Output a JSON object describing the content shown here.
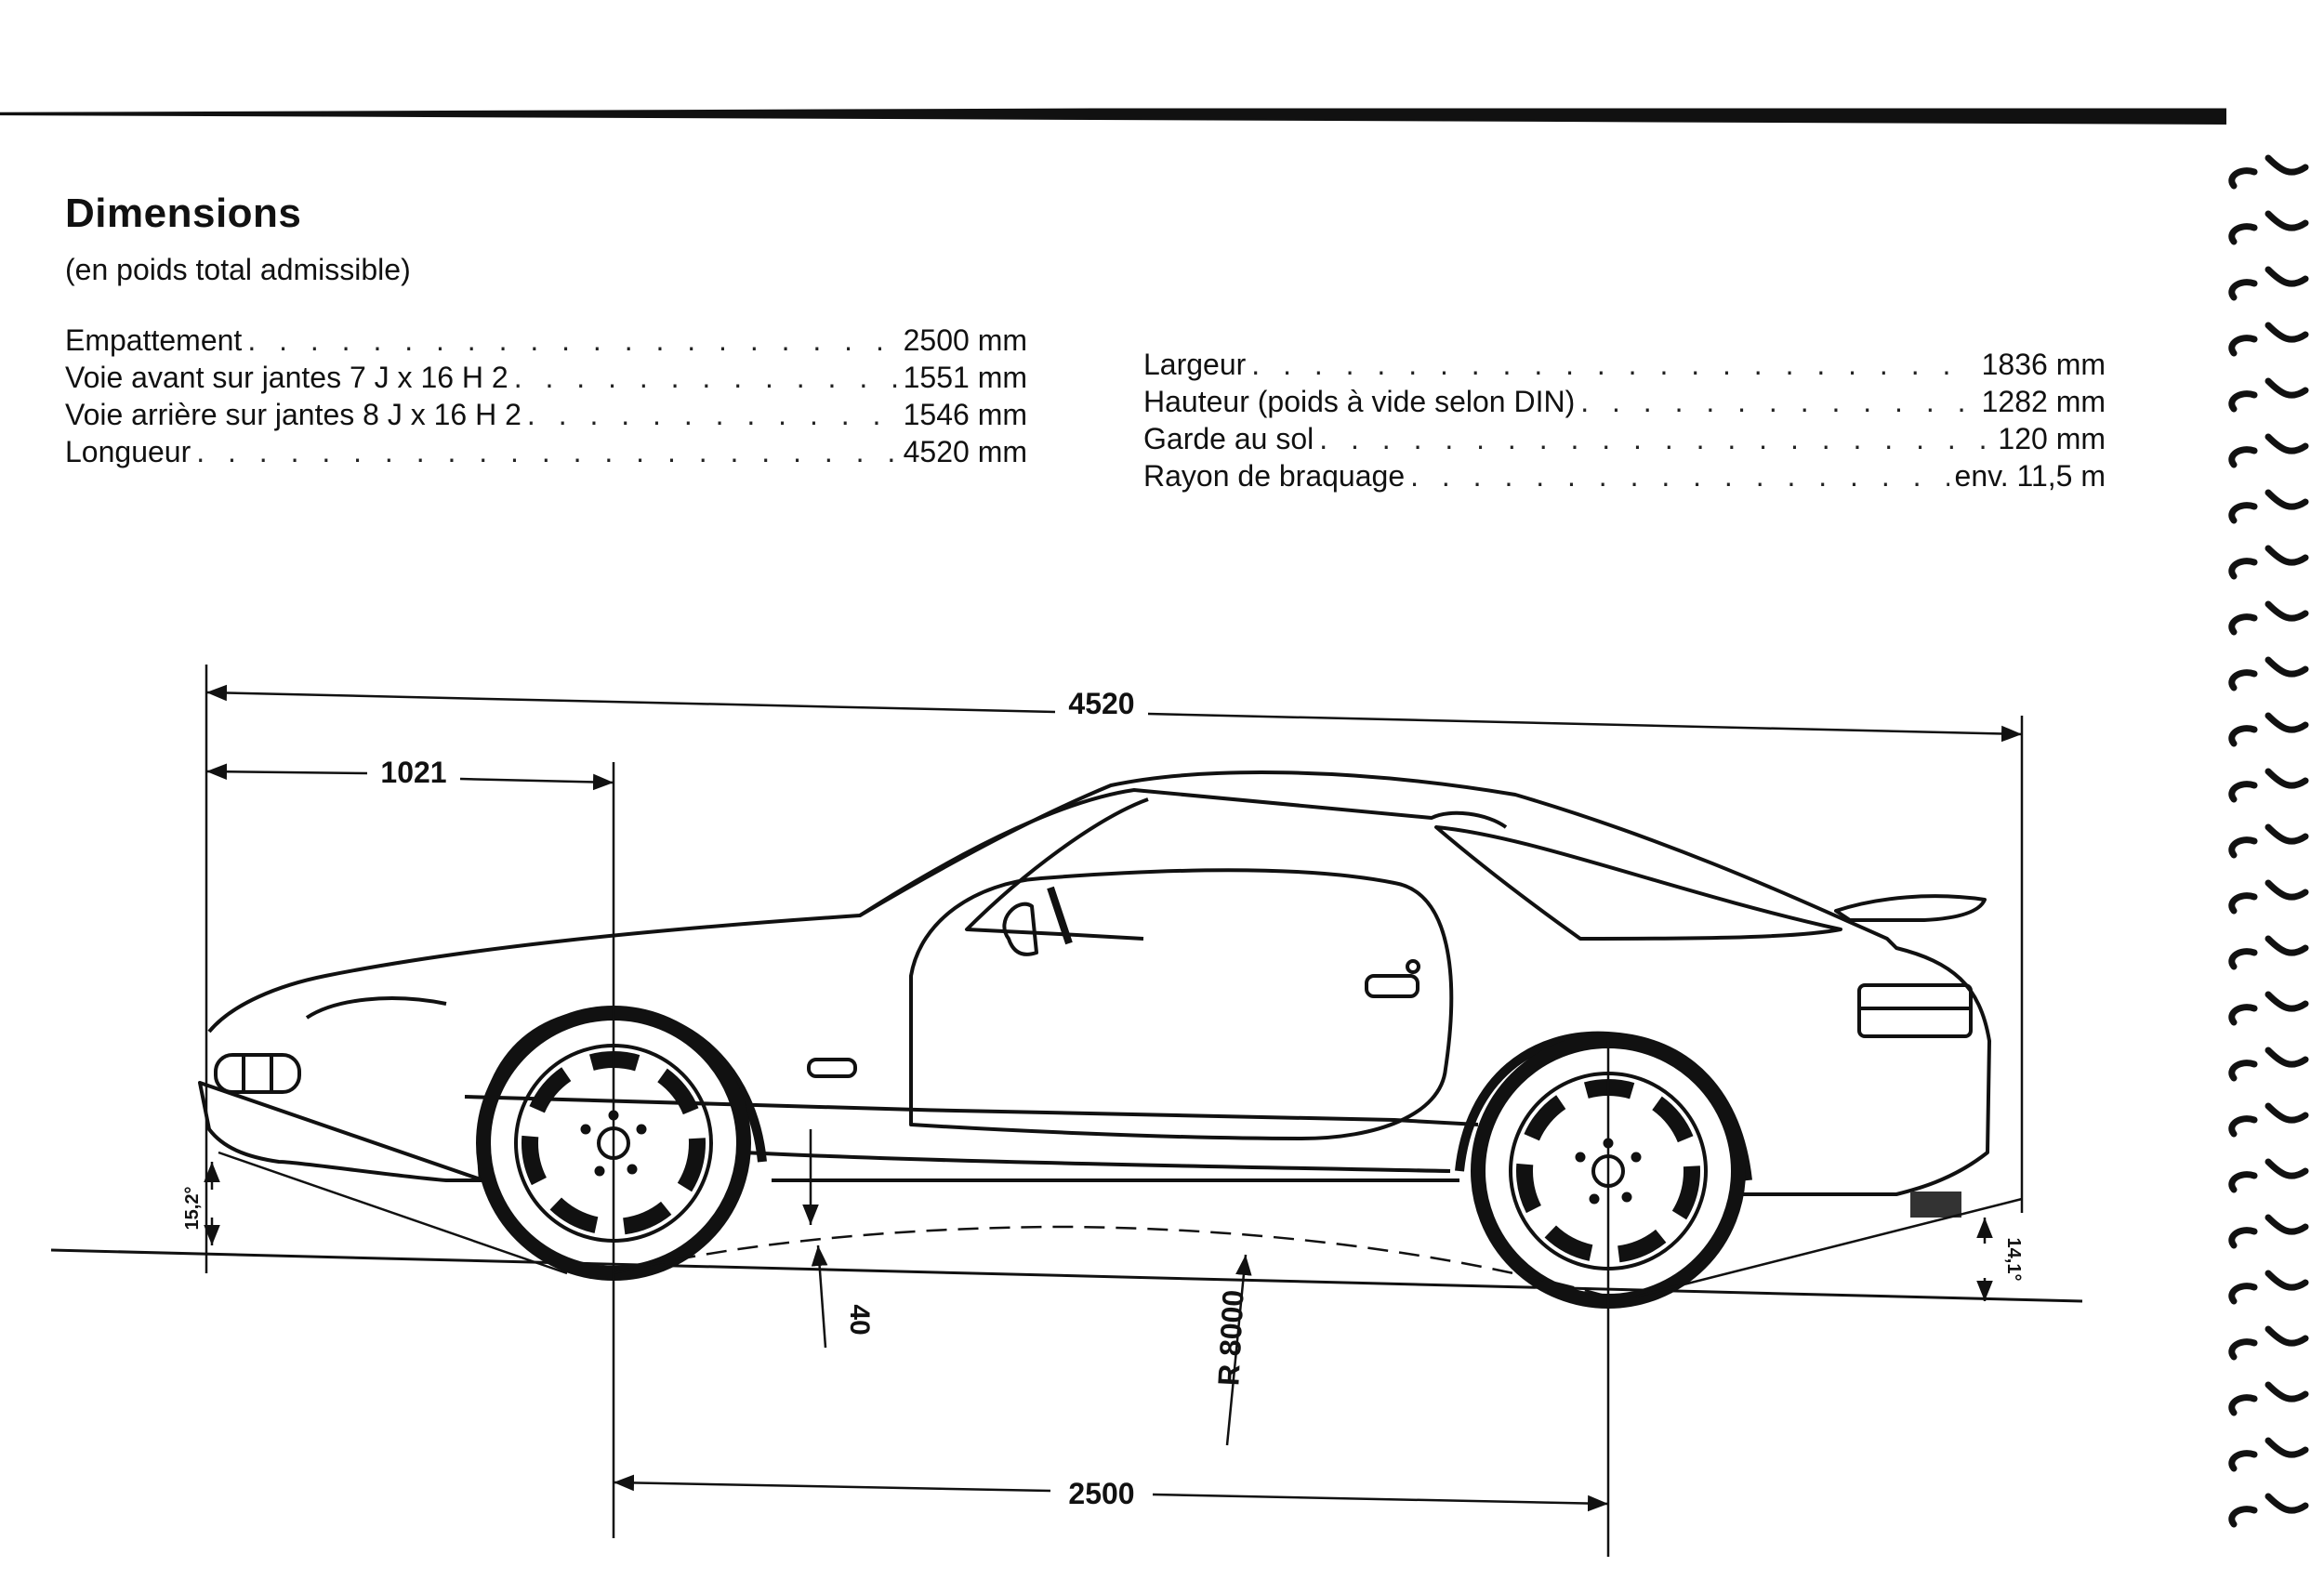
{
  "page": {
    "title": "Dimensions",
    "subtitle": "(en poids total admissible)"
  },
  "specs_left": [
    {
      "label": "Empattement",
      "value": "2500 mm"
    },
    {
      "label": "Voie avant sur jantes 7 J x 16 H 2",
      "value": "1551 mm"
    },
    {
      "label": "Voie arrière sur jantes 8 J x 16 H 2",
      "value": "1546 mm"
    },
    {
      "label": "Longueur",
      "value": "4520 mm"
    }
  ],
  "specs_right": [
    {
      "label": "Largeur",
      "value": "1836 mm"
    },
    {
      "label": "Hauteur (poids à vide selon DIN)",
      "value": "1282 mm"
    },
    {
      "label": "Garde au sol",
      "value": "120 mm"
    },
    {
      "label": "Rayon de braquage",
      "value": "env. 11,5 m"
    }
  ],
  "diagram": {
    "overall_length": "4520",
    "front_overhang": "1021",
    "wheelbase": "2500",
    "ground_clearance": "40",
    "ramp_radius": "R 8000",
    "approach_angle": "15,2°",
    "departure_angle": "14,1°"
  }
}
